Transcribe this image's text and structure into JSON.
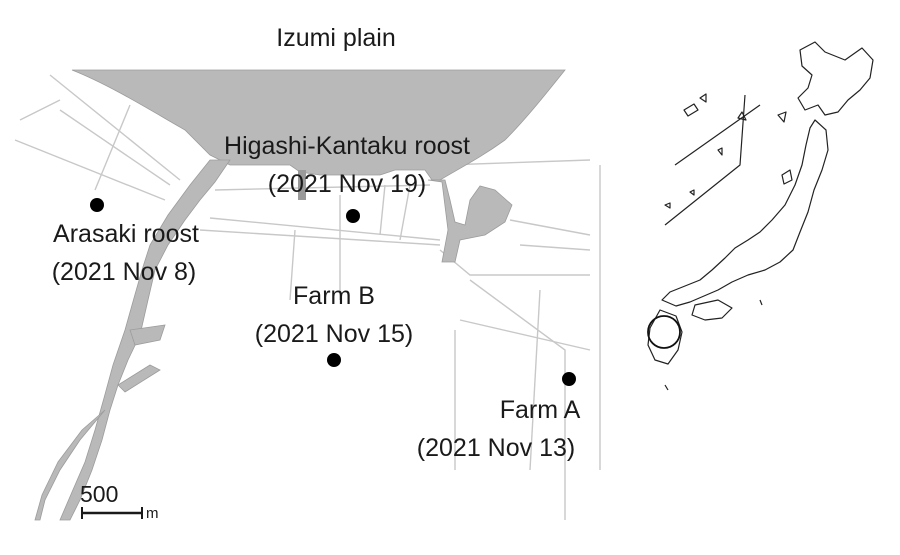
{
  "map": {
    "title": "Izumi plain",
    "locations": [
      {
        "id": "higashi-kantaku",
        "name": "Higashi-Kantaku roost",
        "date": "(2021 Nov 19)"
      },
      {
        "id": "arasaki",
        "name": "Arasaki roost",
        "date": "(2021 Nov 8)"
      },
      {
        "id": "farm-b",
        "name": "Farm B",
        "date": "(2021 Nov 15)"
      },
      {
        "id": "farm-a",
        "name": "Farm A",
        "date": "(2021 Nov 13)"
      }
    ],
    "scale_bar": {
      "value": "500",
      "unit": "m"
    },
    "colors": {
      "water": "#b9b9b9",
      "roads": "#c8c8c8",
      "marker": "#000000",
      "text": "#1a1a1a"
    }
  },
  "inset": {
    "description_icon": "japan-outline-icon",
    "highlight": "circle-marker-icon"
  }
}
